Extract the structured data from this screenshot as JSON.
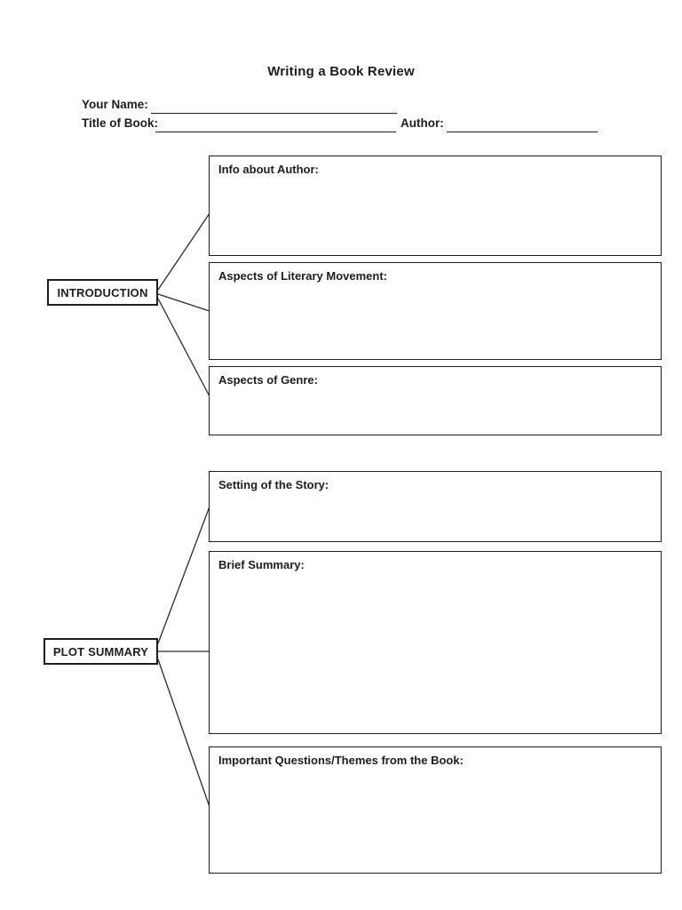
{
  "title": "Writing a Book Review",
  "form": {
    "your_name_label": "Your Name:",
    "title_of_book_label": "Title of Book:",
    "author_label": "Author:"
  },
  "sections": {
    "introduction": {
      "label": "INTRODUCTION",
      "boxes": [
        {
          "label": "Info about Author:"
        },
        {
          "label": "Aspects of Literary Movement:"
        },
        {
          "label": "Aspects of Genre:"
        }
      ]
    },
    "plot_summary": {
      "label": "PLOT SUMMARY",
      "boxes": [
        {
          "label": "Setting of the Story:"
        },
        {
          "label": "Brief Summary:"
        },
        {
          "label": "Important Questions/Themes from the Book:"
        }
      ]
    }
  },
  "colors": {
    "ink": "#1d1d1d",
    "background": "#ffffff"
  }
}
